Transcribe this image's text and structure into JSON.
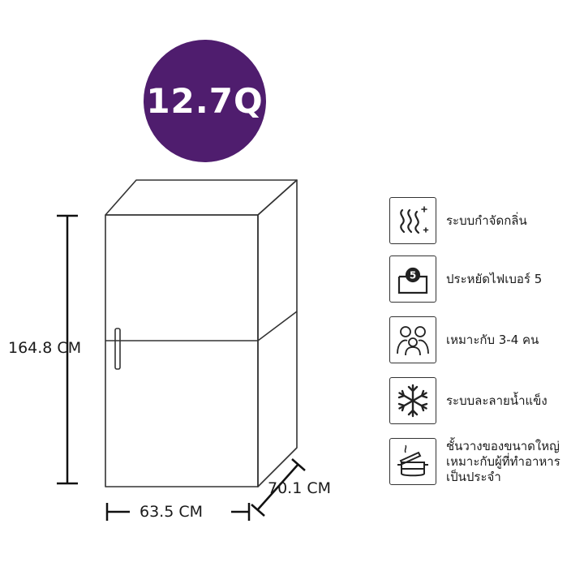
{
  "badge": {
    "text": "12.7Q",
    "color": "#4f1d6e"
  },
  "dimensions": {
    "height": "164.8 CM",
    "width": "63.5 CM",
    "depth": "70.1 CM"
  },
  "features": [
    {
      "icon": "odor-removal-icon",
      "label": "ระบบกำจัดกลิ่น"
    },
    {
      "icon": "energy-label-5-icon",
      "label": "ประหยัดไฟเบอร์ 5"
    },
    {
      "icon": "family-icon",
      "label": "เหมาะกับ 3-4 คน"
    },
    {
      "icon": "snowflake-icon",
      "label": "ระบบละลายน้ำแข็ง"
    },
    {
      "icon": "cooking-pot-icon",
      "label": "ชั้นวางของขนาดใหญ่ เหมาะกับผู้ที่ทำอาหาร เป็นประจำ"
    }
  ]
}
